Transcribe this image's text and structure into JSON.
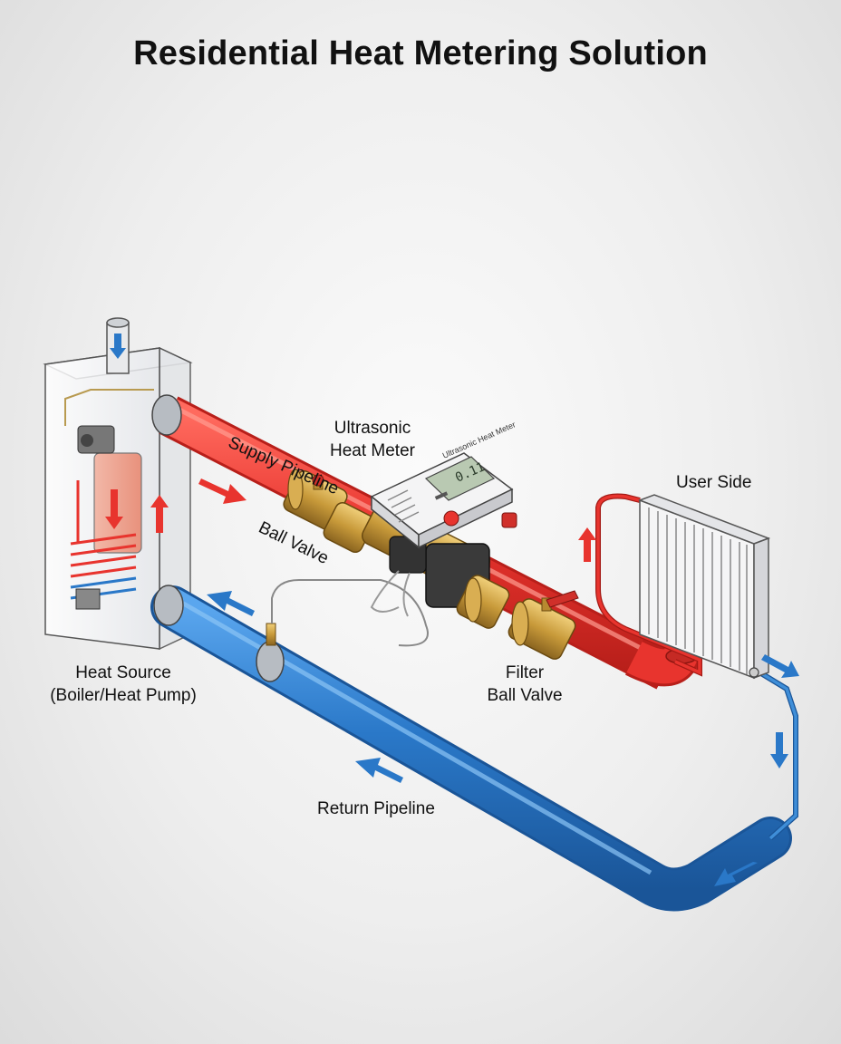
{
  "title": "Residential Heat Metering Solution",
  "labels": {
    "supply_pipeline": "Supply Pipeline",
    "meter_line1": "Ultrasonic",
    "meter_line2": "Heat Meter",
    "ball_valve": "Ball Valve",
    "user_side": "User Side",
    "heat_source_line1": "Heat Source",
    "heat_source_line2": "(Boiler/Heat Pump)",
    "filter": "Filter",
    "filter_ball_valve": "Ball Valve",
    "return_pipeline": "Return Pipeline"
  },
  "meter": {
    "face_label": "Ultrasonic Heat Meter",
    "display": "0.11"
  },
  "colors": {
    "supply": "#e8342e",
    "return": "#2a78c8",
    "brass": "#c89a3a",
    "background": "#eeeeee"
  }
}
